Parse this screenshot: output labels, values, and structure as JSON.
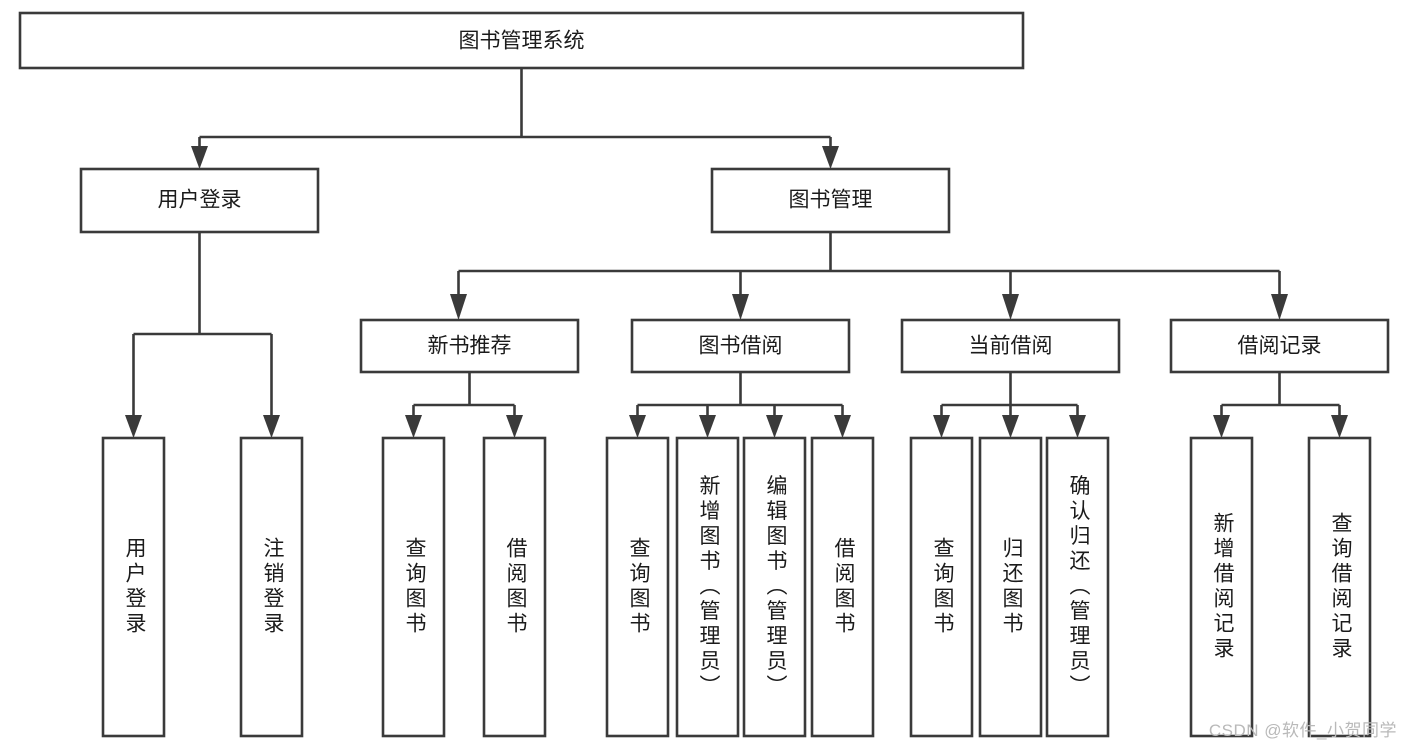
{
  "diagram": {
    "title": "图书管理系统",
    "watermark": "CSDN @软件_小贺同学",
    "type": "tree-hierarchy-diagram",
    "orientation": "top-down",
    "colors": {
      "stroke": "#3a3a3a",
      "fill": "#ffffff",
      "text": "#1b1b1b",
      "watermark": "#b9b9b9"
    },
    "levels": [
      {
        "level": 0,
        "nodes": [
          {
            "id": "root",
            "label": "图书管理系统",
            "orientation": "horizontal"
          }
        ]
      },
      {
        "level": 1,
        "nodes": [
          {
            "id": "user-login",
            "label": "用户登录",
            "orientation": "horizontal",
            "parent": "root"
          },
          {
            "id": "book-manage",
            "label": "图书管理",
            "orientation": "horizontal",
            "parent": "root"
          }
        ]
      },
      {
        "level": 2,
        "nodes": [
          {
            "id": "new-book-recommend",
            "label": "新书推荐",
            "orientation": "horizontal",
            "parent": "book-manage"
          },
          {
            "id": "book-borrow",
            "label": "图书借阅",
            "orientation": "horizontal",
            "parent": "book-manage"
          },
          {
            "id": "current-borrow",
            "label": "当前借阅",
            "orientation": "horizontal",
            "parent": "book-manage"
          },
          {
            "id": "borrow-record",
            "label": "借阅记录",
            "orientation": "horizontal",
            "parent": "book-manage"
          }
        ]
      },
      {
        "level": 3,
        "nodes": [
          {
            "id": "leaf-user-login",
            "label": "用户登录",
            "orientation": "vertical",
            "parent": "user-login"
          },
          {
            "id": "leaf-logout",
            "label": "注销登录",
            "orientation": "vertical",
            "parent": "user-login"
          },
          {
            "id": "leaf-query-book-1",
            "label": "查询图书",
            "orientation": "vertical",
            "parent": "new-book-recommend"
          },
          {
            "id": "leaf-borrow-book-1",
            "label": "借阅图书",
            "orientation": "vertical",
            "parent": "new-book-recommend"
          },
          {
            "id": "leaf-query-book-2",
            "label": "查询图书",
            "orientation": "vertical",
            "parent": "book-borrow"
          },
          {
            "id": "leaf-add-book",
            "label": "新增图书（管理员）",
            "orientation": "vertical",
            "parent": "book-borrow"
          },
          {
            "id": "leaf-edit-book",
            "label": "编辑图书（管理员）",
            "orientation": "vertical",
            "parent": "book-borrow"
          },
          {
            "id": "leaf-borrow-book-2",
            "label": "借阅图书",
            "orientation": "vertical",
            "parent": "book-borrow"
          },
          {
            "id": "leaf-query-book-3",
            "label": "查询图书",
            "orientation": "vertical",
            "parent": "current-borrow"
          },
          {
            "id": "leaf-return-book",
            "label": "归还图书",
            "orientation": "vertical",
            "parent": "current-borrow"
          },
          {
            "id": "leaf-confirm-return",
            "label": "确认归还（管理员）",
            "orientation": "vertical",
            "parent": "current-borrow"
          },
          {
            "id": "leaf-add-record",
            "label": "新增借阅记录",
            "orientation": "vertical",
            "parent": "borrow-record"
          },
          {
            "id": "leaf-query-record",
            "label": "查询借阅记录",
            "orientation": "vertical",
            "parent": "borrow-record"
          }
        ]
      }
    ]
  }
}
